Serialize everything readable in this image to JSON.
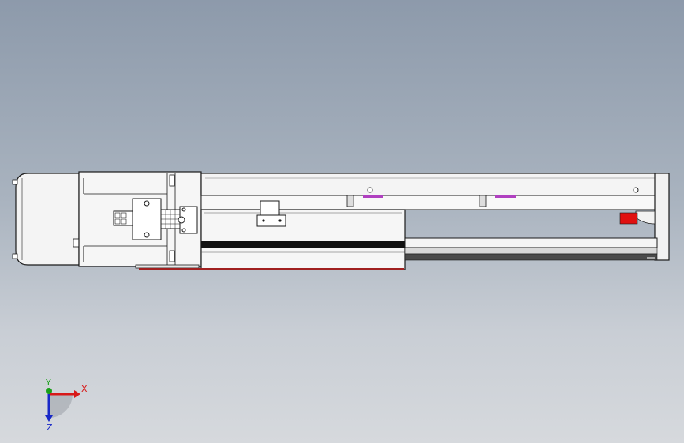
{
  "viewport": {
    "background_top": "#8d9aab",
    "background_bottom": "#d6d9dd"
  },
  "model": {
    "body_color": "#f2f2f2",
    "outline_color": "#1a1a1a",
    "accent_purple": "#b040c0",
    "accent_red": "#e01010",
    "belt_color": "#222222",
    "rail_dark": "#4a4a4a"
  },
  "triad": {
    "x_label": "X",
    "y_label": "Y",
    "z_label": "Z",
    "x_color": "#d81818",
    "y_color": "#18a018",
    "z_color": "#1828c8"
  }
}
